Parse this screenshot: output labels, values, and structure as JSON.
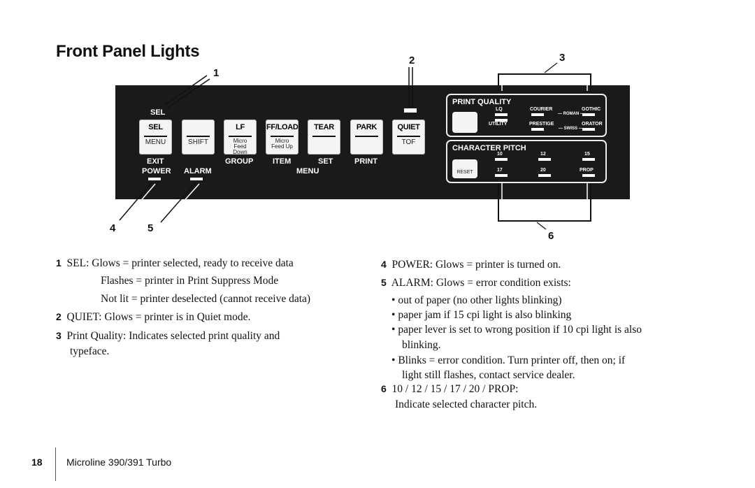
{
  "title": "Front Panel Lights",
  "callouts": {
    "c1": "1",
    "c2": "2",
    "c3": "3",
    "c4": "4",
    "c5": "5",
    "c6": "6"
  },
  "panel": {
    "sel_led": "SEL",
    "keys": [
      {
        "top": "SEL",
        "bottom": "MENU"
      },
      {
        "top": "",
        "bottom": "SHIFT"
      },
      {
        "top": "LF",
        "bottom": "Micro Feed Down"
      },
      {
        "top": "FF/LOAD",
        "bottom": "Micro Feed Up"
      },
      {
        "top": "TEAR",
        "bottom": ""
      },
      {
        "top": "PARK",
        "bottom": ""
      },
      {
        "top": "QUIET",
        "bottom": "TOF"
      }
    ],
    "under_labels": {
      "exit": "EXIT",
      "power": "POWER",
      "alarm": "ALARM",
      "group": "GROUP",
      "item": "ITEM",
      "set": "SET",
      "print": "PRINT",
      "menu": "MENU"
    },
    "print_quality": {
      "title": "PRINT QUALITY",
      "lq": "LQ",
      "utility": "UTILITY",
      "courier": "COURIER",
      "roman": "ROMAN",
      "gothic": "GOTHIC",
      "prestige": "PRESTIGE",
      "swiss": "SWISS",
      "orator": "ORATOR"
    },
    "character_pitch": {
      "title": "CHARACTER PITCH",
      "reset": "RESET",
      "p10": "10",
      "p12": "12",
      "p15": "15",
      "p17": "17",
      "p20": "20",
      "prop": "PROP"
    }
  },
  "left_items": {
    "n1": "1",
    "i1_line1": "SEL: Glows = printer selected, ready to receive data",
    "i1_line2": "Flashes = printer in Print Suppress Mode",
    "i1_line3": "Not lit = printer deselected (cannot receive data)",
    "n2": "2",
    "i2": "QUIET: Glows = printer is in Quiet mode.",
    "n3": "3",
    "i3_line1": "Print Quality:  Indicates selected print quality and",
    "i3_line2": "typeface."
  },
  "right_items": {
    "n4": "4",
    "i4": "POWER: Glows =  printer is turned on.",
    "n5": "5",
    "i5": "ALARM: Glows = error condition exists:",
    "b1": "out of paper (no other lights blinking)",
    "b2": "paper jam if 15 cpi light is also blinking",
    "b3_line1": "paper lever is set to wrong position if 10 cpi light is also",
    "b3_line2": "blinking.",
    "b4_line1": "Blinks = error condition. Turn printer off,  then on; if",
    "b4_line2": "light still flashes, contact service dealer.",
    "n6": "6",
    "i6_line1": "10 / 12 / 15 / 17 / 20 / PROP:",
    "i6_line2": "Indicate selected character pitch."
  },
  "footer": {
    "page": "18",
    "text": "Microline 390/391 Turbo"
  }
}
